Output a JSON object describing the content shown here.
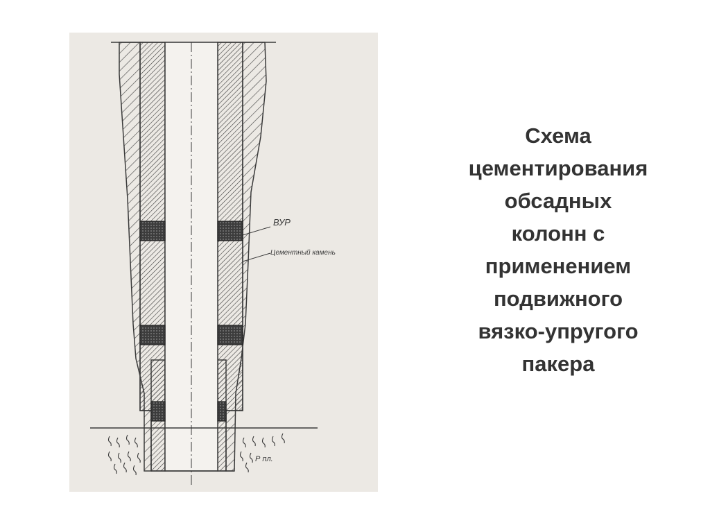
{
  "slide": {
    "title_lines": [
      "Схема",
      "цементирования",
      "обсадных",
      "колонн с",
      "применением",
      "подвижного",
      "вязко-упругого",
      "пакера"
    ]
  },
  "diagram": {
    "labels": {
      "vur": "ВУР",
      "cement_stone": "Цементный камень",
      "formation_pressure": "Р пл."
    },
    "colors": {
      "panel_background": "#ece9e4",
      "line": "#3a3a3a",
      "packer": "#4a4a4a"
    }
  }
}
